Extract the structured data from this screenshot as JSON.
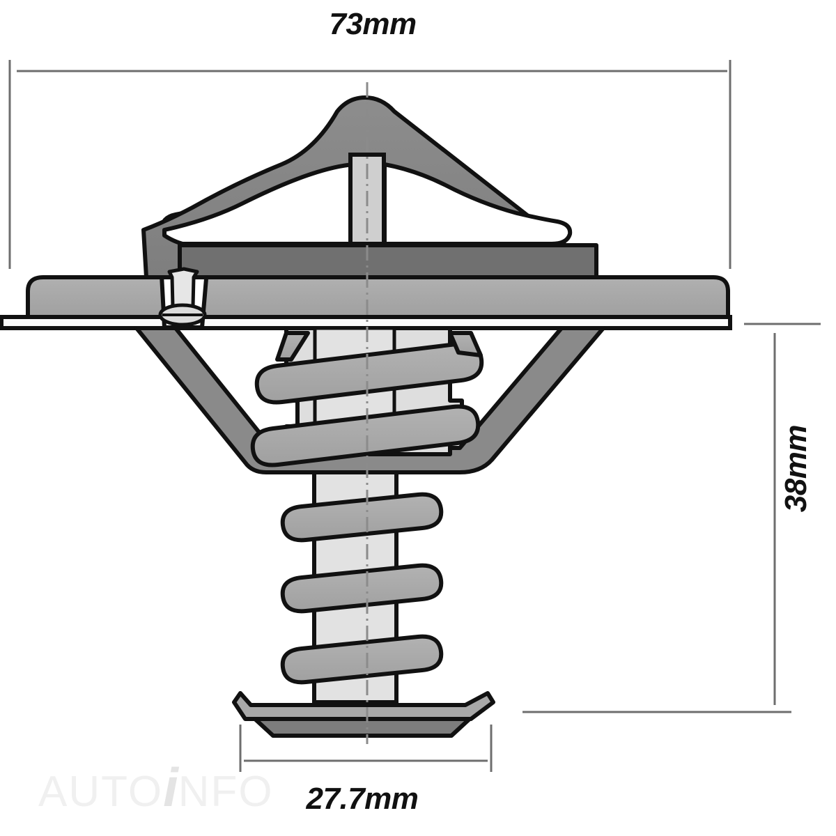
{
  "drawing": {
    "title": "Thermostat cross-section technical drawing",
    "background_color": "#ffffff",
    "line_color": "#111111",
    "dimension_line_color": "#6e6e6e",
    "fills": {
      "frame_arch": "#8a8a8a",
      "flange_band": "#a8a8a8",
      "skirt": "#8a8a8a",
      "spring": "#a8a8a8",
      "shaft": "#d8d8d8",
      "white": "#ffffff"
    }
  },
  "dimensions": {
    "width": {
      "label": "73mm",
      "orientation": "horizontal",
      "position": "top"
    },
    "height": {
      "label": "38mm",
      "orientation": "vertical",
      "position": "right"
    },
    "valve_diameter": {
      "label": "27.7mm",
      "orientation": "horizontal",
      "position": "bottom"
    }
  },
  "watermark": {
    "text_before": "AUTO",
    "text_accent": "i",
    "text_after": "NFO"
  },
  "parts": {
    "frame_arch": "thermostat-frame-arch",
    "flange": "thermostat-flange",
    "jiggle_pin": "jiggle-valve-pin",
    "upper_shaft": "upper-shaft",
    "skirt": "conical-skirt",
    "upper_spring": "upper-spring",
    "lower_spring": "lower-spring",
    "lower_stem": "lower-stem",
    "bottom_plate": "bottom-valve-plate",
    "centerline": "centerline"
  }
}
